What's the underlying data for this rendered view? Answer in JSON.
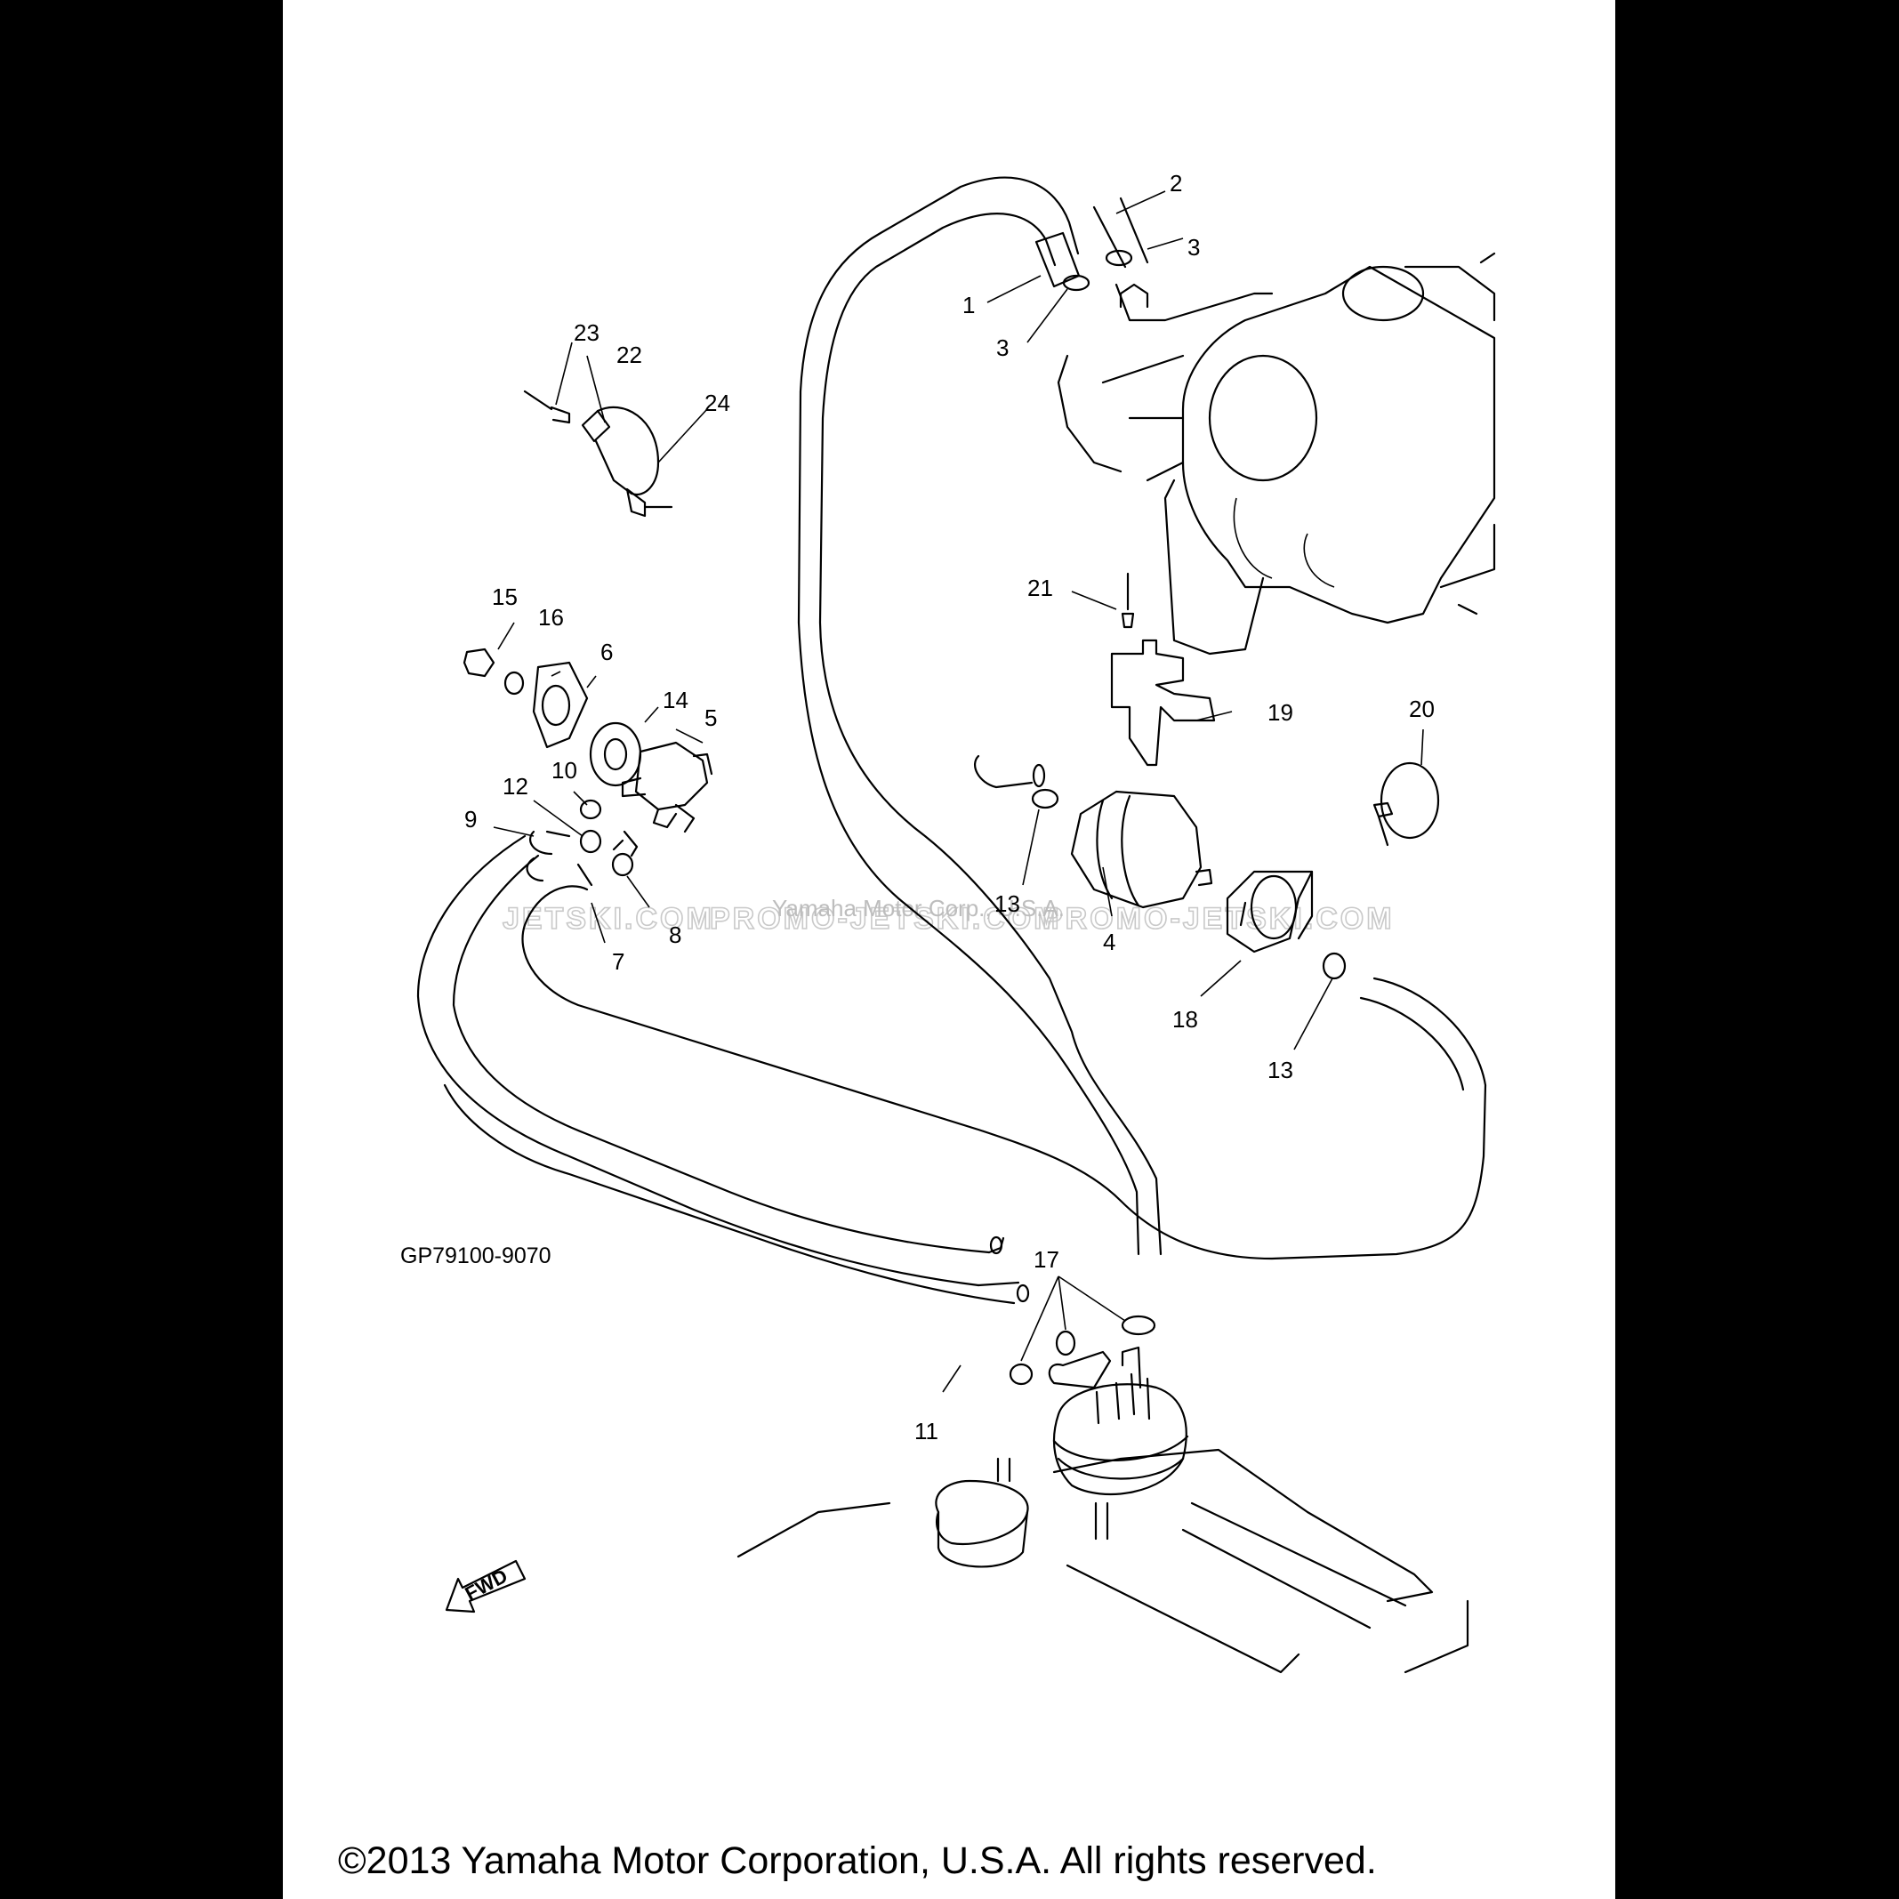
{
  "callouts": [
    {
      "id": "c1",
      "label": "1"
    },
    {
      "id": "c2",
      "label": "2"
    },
    {
      "id": "c3a",
      "label": "3"
    },
    {
      "id": "c3b",
      "label": "3"
    },
    {
      "id": "c4",
      "label": "4"
    },
    {
      "id": "c5",
      "label": "5"
    },
    {
      "id": "c6",
      "label": "6"
    },
    {
      "id": "c7",
      "label": "7"
    },
    {
      "id": "c8",
      "label": "8"
    },
    {
      "id": "c9",
      "label": "9"
    },
    {
      "id": "c10",
      "label": "10"
    },
    {
      "id": "c11",
      "label": "11"
    },
    {
      "id": "c12",
      "label": "12"
    },
    {
      "id": "c13a",
      "label": "13"
    },
    {
      "id": "c13b",
      "label": "13"
    },
    {
      "id": "c14",
      "label": "14"
    },
    {
      "id": "c15",
      "label": "15"
    },
    {
      "id": "c16",
      "label": "16"
    },
    {
      "id": "c17",
      "label": "17"
    },
    {
      "id": "c18",
      "label": "18"
    },
    {
      "id": "c19",
      "label": "19"
    },
    {
      "id": "c20",
      "label": "20"
    },
    {
      "id": "c21",
      "label": "21"
    },
    {
      "id": "c22",
      "label": "22"
    },
    {
      "id": "c23",
      "label": "23"
    },
    {
      "id": "c24",
      "label": "24"
    }
  ],
  "fwd_label": "FWD",
  "diagram_code": "GP79100-9070",
  "watermark": {
    "left": "JETSKI.COM",
    "center": "PROMO-JETSKI.COM",
    "right": "PROMO-JETSKI.COM",
    "source": "Yamaha Motor Corp., U.S.A."
  },
  "copyright": "©2013 Yamaha Motor Corporation, U.S.A. All rights reserved."
}
